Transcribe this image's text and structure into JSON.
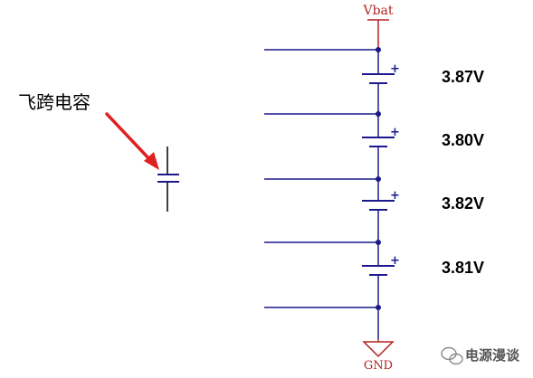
{
  "labels": {
    "vbat": "Vbat",
    "gnd": "GND",
    "flying_cap": "飞跨电容"
  },
  "cell_voltages": [
    "3.87V",
    "3.80V",
    "3.82V",
    "3.81V"
  ],
  "watermark": "电源漫谈",
  "colors": {
    "wire": "#1a1a8c",
    "rail_label": "#b22222",
    "arrow": "#e02020",
    "plus": "#1a1a8c",
    "text": "#000000"
  }
}
